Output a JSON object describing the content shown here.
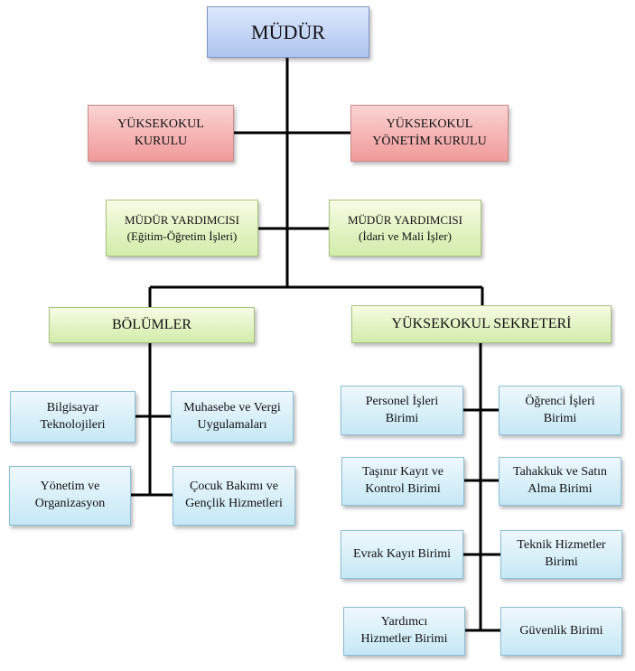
{
  "nodes": {
    "director": "MÜDÜR",
    "school_board": "YÜKSEKOKUL\nKURULU",
    "management_board": "YÜKSEKOKUL\nYÖNETİM KURULU",
    "vice_director_education": "MÜDÜR YARDIMCISI\n(Eğitim-Öğretim İşleri)",
    "vice_director_admin": "MÜDÜR YARDIMCISI\n(İdari ve Mali İşler)",
    "departments": "BÖLÜMLER",
    "secretary": "YÜKSEKOKUL SEKRETERİ",
    "computer_tech": "Bilgisayar\nTeknolojileri",
    "accounting_tax": "Muhasebe ve Vergi\nUygulamaları",
    "management_org": "Yönetim ve\nOrganizasyon",
    "child_care": "Çocuk Bakımı ve\nGençlik Hizmetleri",
    "personnel": "Personel İşleri\nBirimi",
    "student_affairs": "Öğrenci İşleri\nBirimi",
    "movable_property": "Taşınır Kayıt ve\nKontrol Birimi",
    "accrual_purchase": "Tahakkuk ve Satın\nAlma Birimi",
    "document_registry": "Evrak Kayıt Birimi",
    "technical_services": "Teknik Hizmetler\nBirimi",
    "support_services": "Yardımcı\nHizmetler Birimi",
    "security": "Güvenlik Birimi"
  },
  "colors": {
    "director": "#aec5f0",
    "boards": "#f09a9a",
    "green_level": "#d3ecaa",
    "units": "#c6e8f6",
    "connector": "#000000"
  }
}
